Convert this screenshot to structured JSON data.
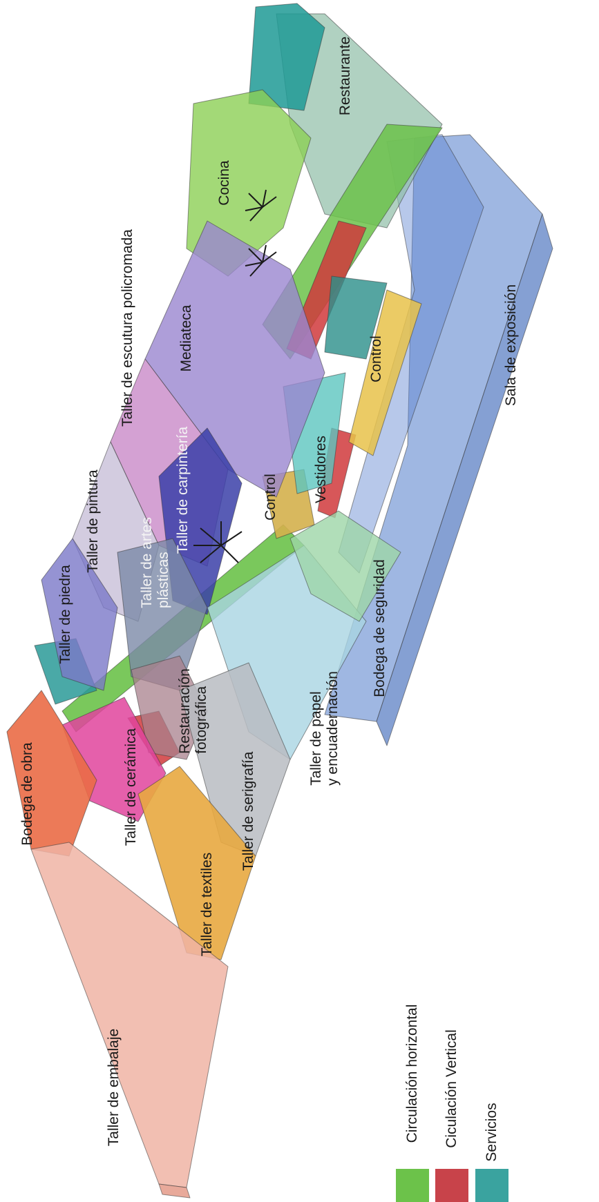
{
  "rooms": {
    "taller_embalaje": "Taller de embalaje",
    "bodega_obra": "Bodega de obra",
    "taller_ceramica": "Taller de cerámica",
    "taller_textiles": "Taller de textiles",
    "taller_serigrafia": "Taller de serigrafía",
    "restauracion_1": "Restauración",
    "restauracion_2": "fotográfica",
    "taller_piedra": "Taller de piedra",
    "taller_artes_1": "Taller de artes",
    "taller_artes_2": "plásticas",
    "taller_pintura": "Taller de pintura",
    "taller_carpinteria": "Taller de carpintería",
    "taller_escultura": "Taller de escutura policromada",
    "mediateca": "Mediateca",
    "control_1": "Control",
    "control_2": "Control",
    "vestidores": "Vestidores",
    "taller_papel_1": "Taller de papel",
    "taller_papel_2": "y encuadernación",
    "bodega_seguridad": "Bodega de seguridad",
    "cocina": "Cocina",
    "restaurante": "Restaurante",
    "sala_exposicion": "Sala de exposición"
  },
  "legend": [
    {
      "label": "Circulación horizontal",
      "color": "#6cc24a"
    },
    {
      "label": "Ciculación Vertical",
      "color": "#c8434a"
    },
    {
      "label": "Servicios",
      "color": "#3aa39f"
    }
  ]
}
